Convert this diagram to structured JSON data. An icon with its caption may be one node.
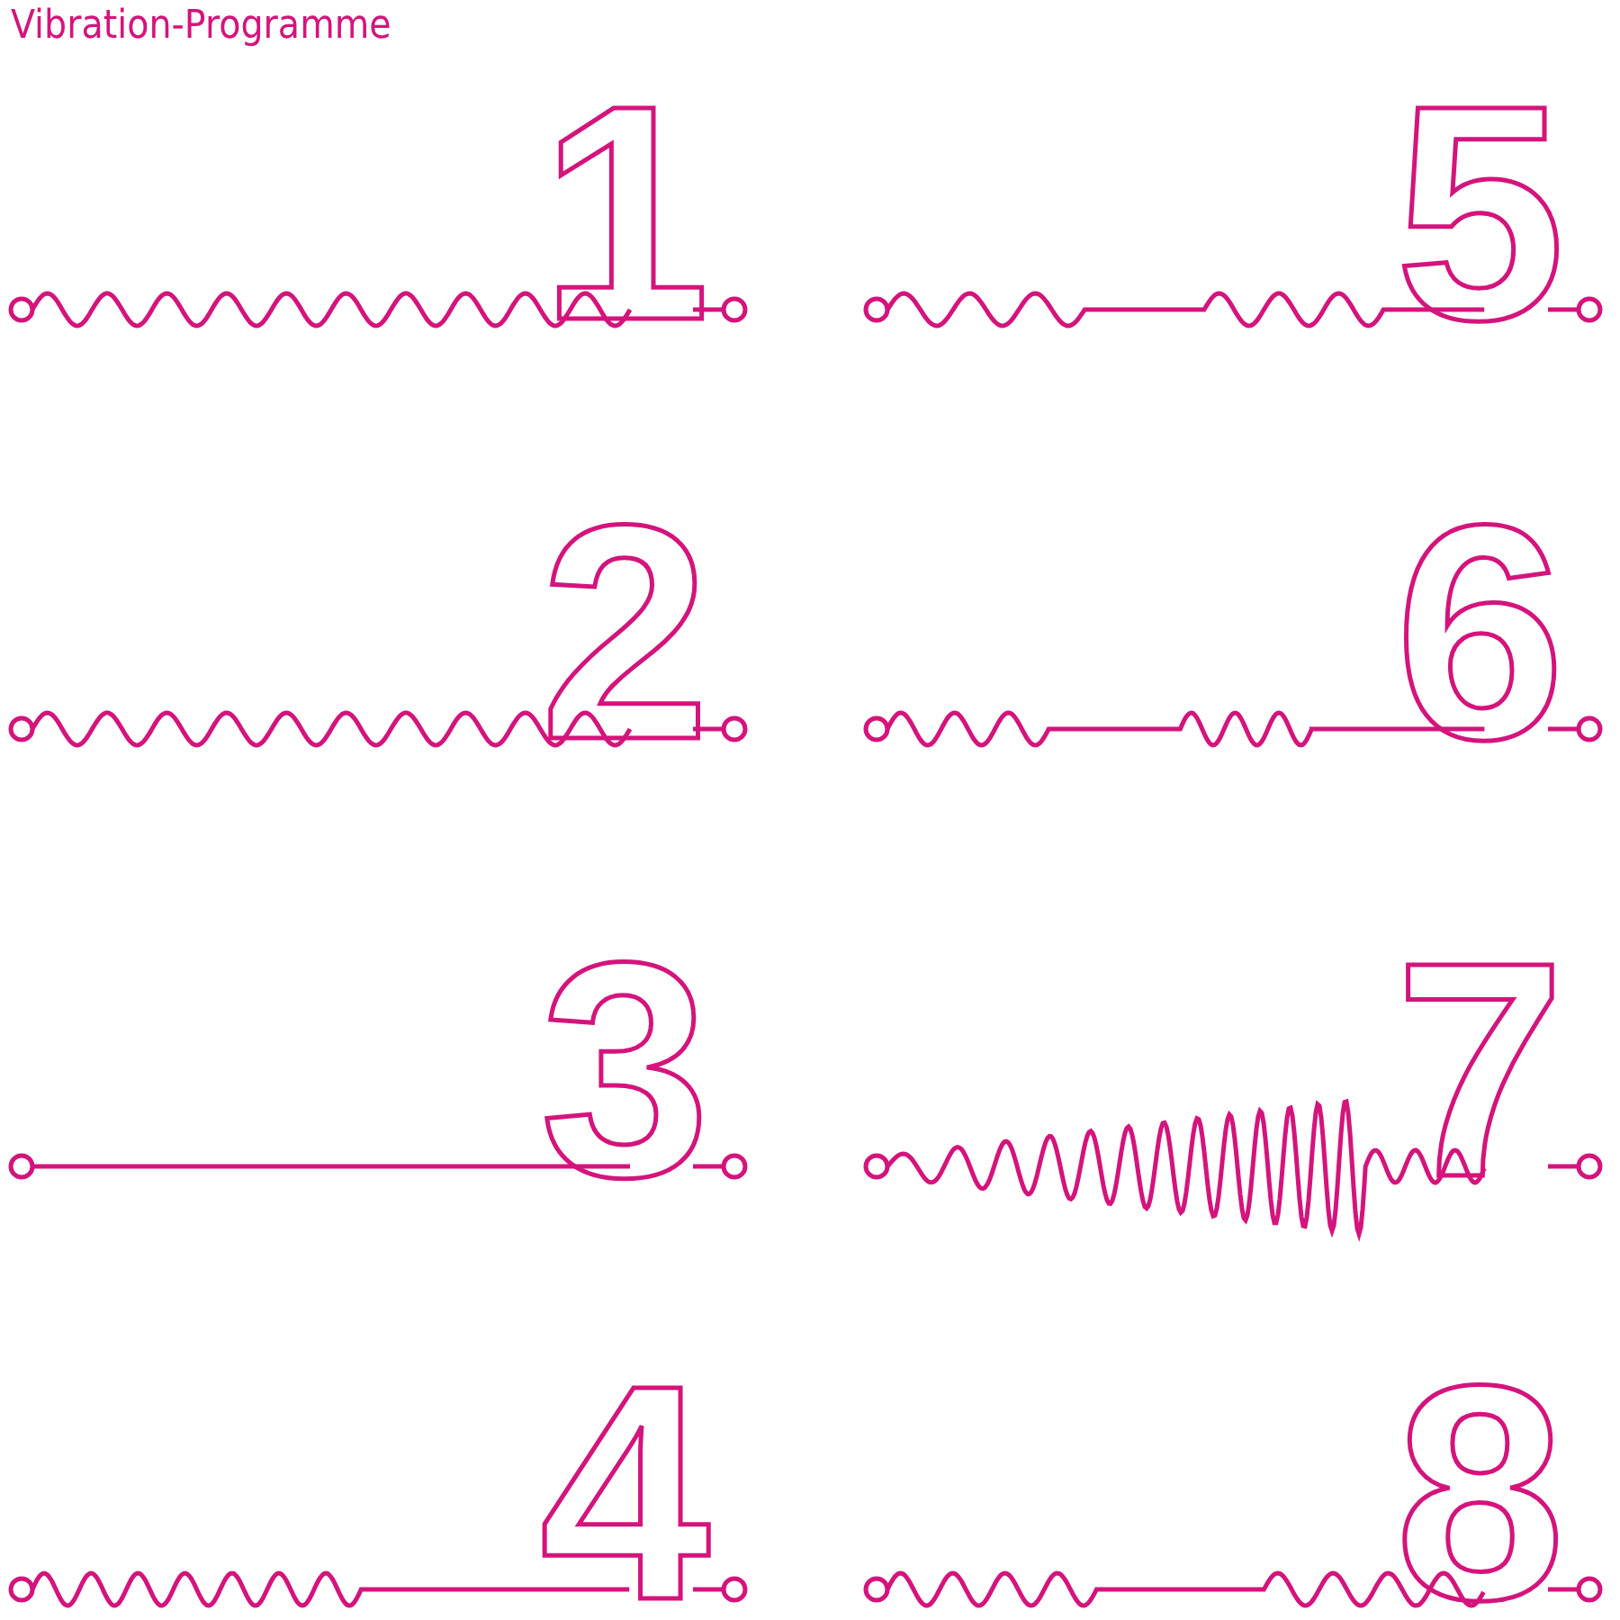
{
  "diagram": {
    "title": "Vibration-Programme",
    "labels": [
      "1",
      "5",
      "2",
      "6",
      "3",
      "7",
      "4",
      "8"
    ]
  }
}
